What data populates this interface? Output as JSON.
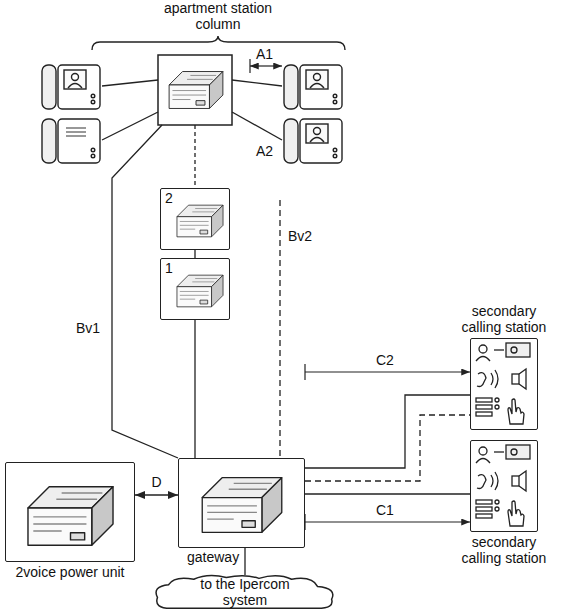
{
  "diagram": {
    "nodes": [
      {
        "text": [
          "2"
        ]
      },
      {
        "text": [
          "1"
        ]
      },
      {
        "text": [
          "secondary calling station"
        ]
      },
      {
        "text": [
          "2voice power unit"
        ]
      },
      {
        "text": [
          "gateway"
        ]
      },
      {
        "text": [
          "secondary calling station"
        ]
      },
      {
        "text": [
          "to the Ipercom system"
        ]
      }
    ],
    "edges": [
      {
        "from": 4,
        "to": 1,
        "arrow": "none"
      },
      {
        "from": 1,
        "to": 0,
        "arrow": "none"
      },
      {
        "from": 3,
        "to": 4,
        "label": "D",
        "arrow": "both"
      },
      {
        "from": 4,
        "to": 2,
        "arrow": "none"
      },
      {
        "from": 4,
        "to": 2,
        "arrow": "none"
      },
      {
        "from": 4,
        "to": 5,
        "arrow": "none"
      },
      {
        "from": 4,
        "to": 6,
        "arrow": "none"
      }
    ],
    "labels": [
      "apartment station column",
      "A1",
      "A2",
      "Bv1",
      "Bv2",
      "C2",
      "C1"
    ]
  }
}
